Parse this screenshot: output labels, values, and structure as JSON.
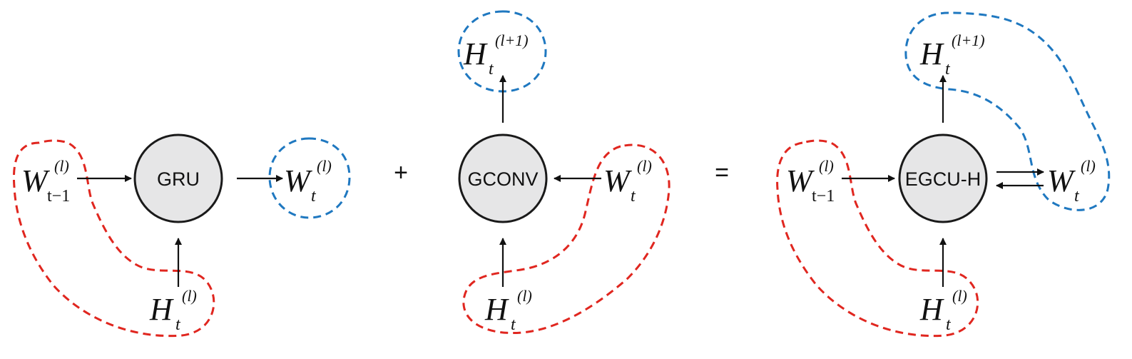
{
  "colors": {
    "red_region": "#e0261f",
    "blue_region": "#1f78c0",
    "node_fill": "#e6e6e7"
  },
  "nodes": {
    "gru": "GRU",
    "gconv": "GCONV",
    "egcu": "EGCU-H"
  },
  "operators": {
    "plus": "+",
    "equals": "="
  },
  "symbols": {
    "W": "W",
    "H": "H",
    "sub_t": "t",
    "sub_t_minus_1": "t−1",
    "sup_l": "(l)",
    "sup_l_plus_1": "(l+1)"
  }
}
